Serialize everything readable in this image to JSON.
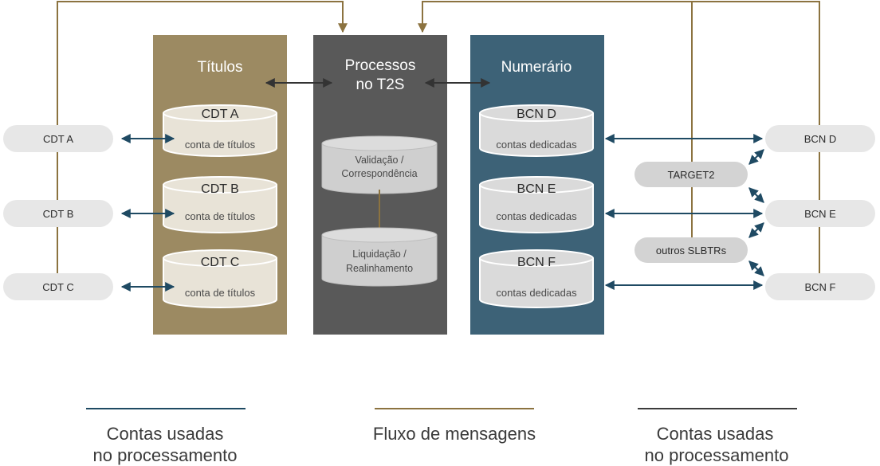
{
  "columns": {
    "titulos": "Títulos",
    "processos_line1": "Processos",
    "processos_line2": "no T2S",
    "numerario": "Numerário"
  },
  "securities_accounts": [
    {
      "title": "CDT A",
      "sub": "conta de títulos"
    },
    {
      "title": "CDT B",
      "sub": "conta de títulos"
    },
    {
      "title": "CDT C",
      "sub": "conta de títulos"
    }
  ],
  "cash_accounts": [
    {
      "title": "BCN D",
      "sub": "contas dedicadas"
    },
    {
      "title": "BCN E",
      "sub": "contas dedicadas"
    },
    {
      "title": "BCN F",
      "sub": "contas dedicadas"
    }
  ],
  "processes": [
    {
      "line1": "Validação /",
      "line2": "Correspondência"
    },
    {
      "line1": "Liquidação /",
      "line2": "Realinhamento"
    }
  ],
  "left_nodes": [
    "CDT A",
    "CDT B",
    "CDT C"
  ],
  "right_nodes": [
    "BCN D",
    "BCN E",
    "BCN F"
  ],
  "middle_nodes": [
    "TARGET2",
    "outros SLBTRs"
  ],
  "legend": [
    {
      "line1": "Contas usadas",
      "line2": "no processamento",
      "color": "#1f4a63"
    },
    {
      "line1": "Fluxo de mensagens",
      "line2": "",
      "color": "#8c7340"
    },
    {
      "line1": "Contas usadas",
      "line2": "no processamento",
      "color": "#3c3c3c"
    }
  ],
  "colors": {
    "titulos_bg": "#9c8a62",
    "processos_bg": "#595959",
    "numerario_bg": "#3d6277",
    "flow_line": "#8c7340",
    "arrow_blue": "#1f4a63",
    "arrow_dark": "#333333",
    "node_fill": "#e7e7e7",
    "cyl_securities": "#e8e3d7",
    "cyl_cash": "#dadada"
  }
}
